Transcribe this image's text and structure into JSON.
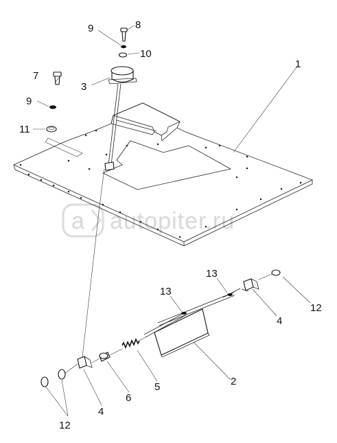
{
  "watermark": {
    "text": "autopiter.ru",
    "logo_text": "a"
  },
  "callouts": {
    "c1": "1",
    "c2": "2",
    "c3": "3",
    "c4_upper": "4",
    "c4_lower": "4",
    "c5": "5",
    "c6": "6",
    "c7": "7",
    "c8": "8",
    "c9_upper": "9",
    "c9_left": "9",
    "c10": "10",
    "c11": "11",
    "c12_right": "12",
    "c12_lower": "12",
    "c13_upper": "13",
    "c13_lower": "13"
  }
}
